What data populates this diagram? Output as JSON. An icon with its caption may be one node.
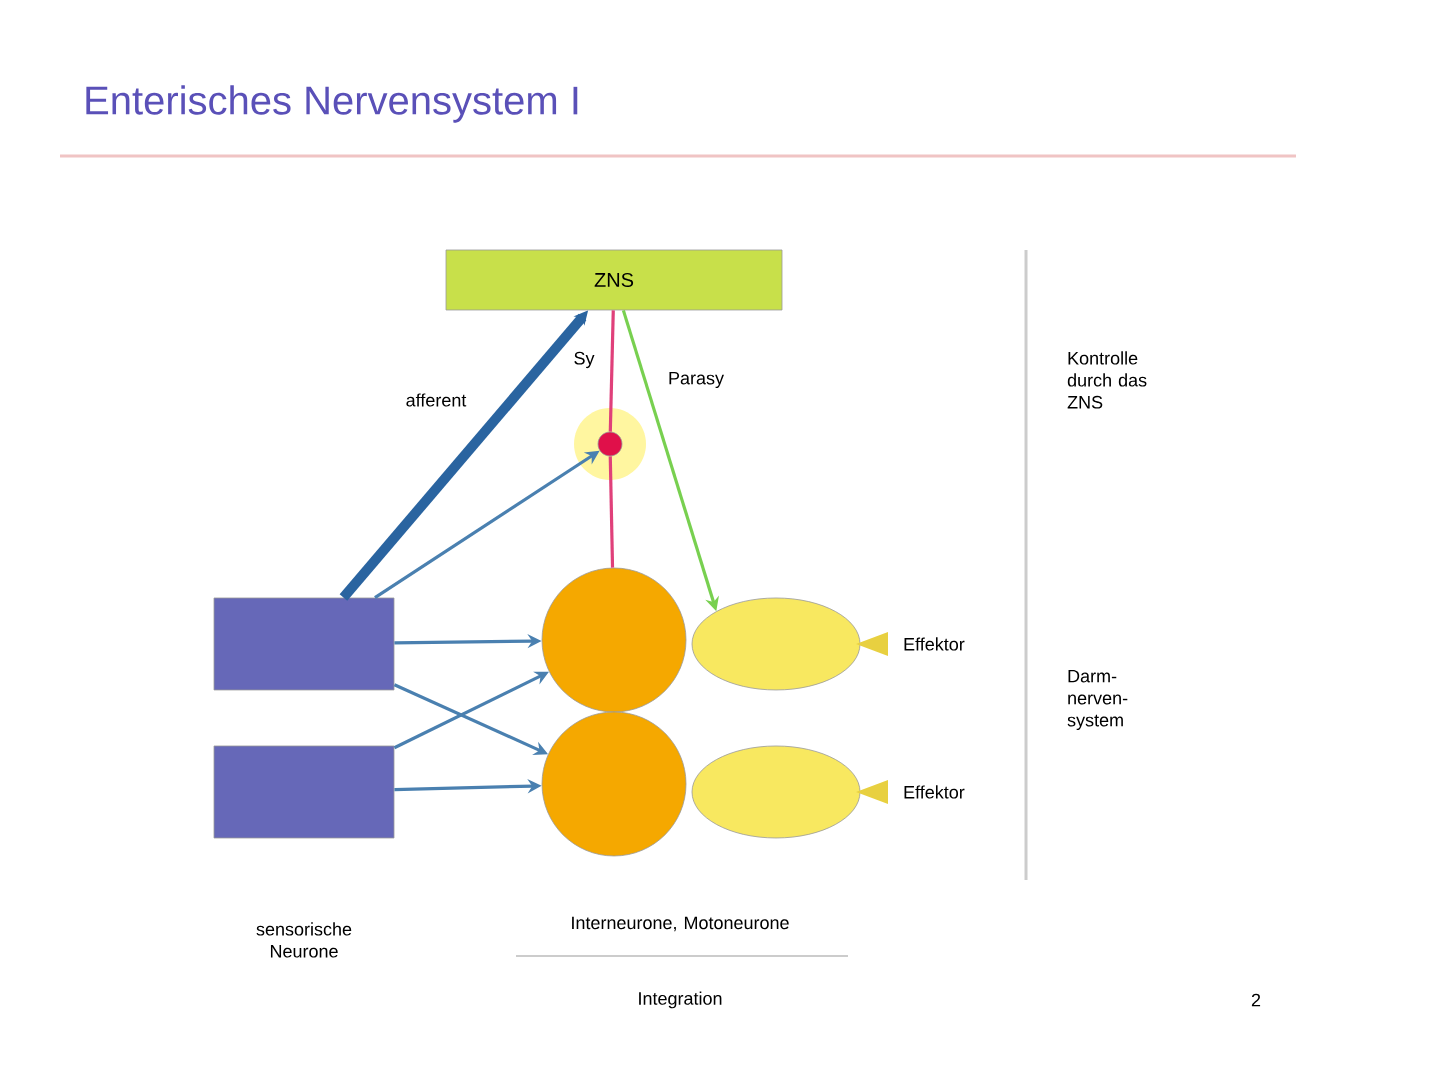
{
  "diagram": {
    "title": "Enterisches Nervensystem I",
    "nodes": [
      {
        "text": [
          "ZNS"
        ]
      },
      {
        "text": [],
        "shape": "circle"
      },
      {
        "text": [],
        "shape": "box"
      },
      {
        "text": [],
        "shape": "box"
      },
      {
        "text": [],
        "shape": "circle"
      },
      {
        "text": [],
        "shape": "circle"
      },
      {
        "text": [],
        "shape": "ellipse",
        "beside": [
          "Effektor"
        ]
      },
      {
        "text": [],
        "shape": "ellipse",
        "beside": [
          "Effektor"
        ]
      }
    ],
    "edges": [
      {
        "from": 2,
        "to": 0,
        "arrow": "to",
        "label": "afferent",
        "style": "thick",
        "color": "#2a64a0"
      },
      {
        "from": 0,
        "to": 1,
        "arrow": "none",
        "label": "Sy",
        "color": "#e0407a"
      },
      {
        "from": 1,
        "to": 4,
        "arrow": "none",
        "color": "#e0407a"
      },
      {
        "from": 2,
        "to": 1,
        "arrow": "to"
      },
      {
        "from": 0,
        "to": 6,
        "arrow": "to",
        "label": "Parasy",
        "color": "#78d050"
      },
      {
        "from": 2,
        "to": 4,
        "arrow": "to"
      },
      {
        "from": 2,
        "to": 5,
        "arrow": "to"
      },
      {
        "from": 3,
        "to": 4,
        "arrow": "to"
      },
      {
        "from": 3,
        "to": 5,
        "arrow": "to"
      }
    ],
    "labels": [
      "Kontrolle durch das ZNS",
      "Darm-nerven-system",
      "sensorische Neurone",
      "Interneurone, Motoneurone",
      "Integration",
      "2"
    ]
  }
}
